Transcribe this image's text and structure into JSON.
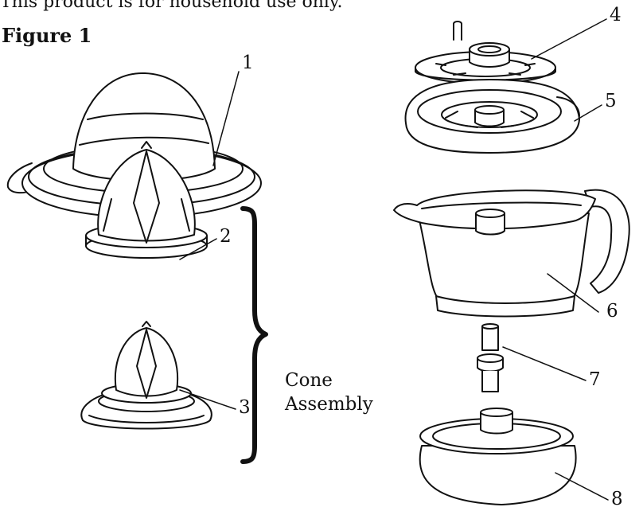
{
  "header": {
    "top_note": "This product is for household use only.",
    "figure_title": "Figure 1"
  },
  "callouts": [
    "1",
    "2",
    "3",
    "4",
    "5",
    "6",
    "7",
    "8"
  ],
  "bracket_label": {
    "line1": "Cone",
    "line2": "Assembly"
  },
  "parts": [
    "dust-cover",
    "large-reamer-cone",
    "small-reamer-cone",
    "pulp-control-disc",
    "strainer",
    "juice-pitcher",
    "drive-shaft",
    "motor-base"
  ]
}
